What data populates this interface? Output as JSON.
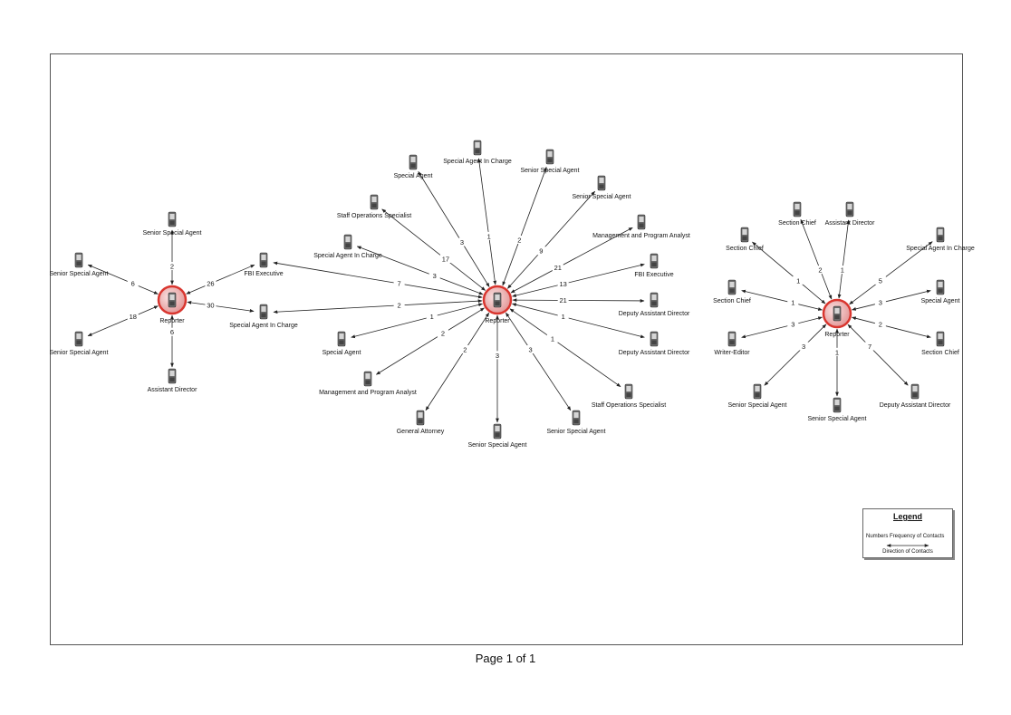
{
  "page": {
    "footer": "Page 1 of 1"
  },
  "legend": {
    "title": "Legend",
    "frequency_text": "Numbers  Frequency of Contacts",
    "direction_text": "Direction of Contacts"
  },
  "colors": {
    "hub_fill": "#e8a5a5",
    "hub_ring": "#d9362f",
    "phone": "#6b6b6b",
    "line": "#222222"
  },
  "networks": [
    {
      "hub_label": "Reporter",
      "contacts": [
        {
          "label": "Senior Special Agent",
          "count": "2"
        },
        {
          "label": "FBI Executive",
          "count": "26"
        },
        {
          "label": "Special Agent In Charge",
          "count": "30"
        },
        {
          "label": "Senior Special Agent",
          "count": "6"
        },
        {
          "label": "Senior Special Agent",
          "count": "18"
        },
        {
          "label": "Assistant Director",
          "count": "6"
        }
      ]
    },
    {
      "hub_label": "Reporter",
      "contacts": [
        {
          "label": "Special Agent",
          "count": "3"
        },
        {
          "label": "Special Agent In Charge",
          "count": "1"
        },
        {
          "label": "Senior Special Agent",
          "count": "2"
        },
        {
          "label": "Senior Special Agent",
          "count": "9"
        },
        {
          "label": "Management and Program Analyst",
          "count": "21"
        },
        {
          "label": "FBI Executive",
          "count": "13"
        },
        {
          "label": "Deputy Assistant Director",
          "count": "21"
        },
        {
          "label": "Deputy Assistant Director",
          "count": "1"
        },
        {
          "label": "Staff Operations Specialist",
          "count": "1"
        },
        {
          "label": "Senior Special Agent",
          "count": "3"
        },
        {
          "label": "Senior Special Agent",
          "count": "3"
        },
        {
          "label": "General Attorney",
          "count": "2"
        },
        {
          "label": "Management and Program Analyst",
          "count": "2"
        },
        {
          "label": "Special Agent",
          "count": "1"
        },
        {
          "label": "Staff Operations Specialist",
          "count": "17"
        },
        {
          "label": "Special Agent In Charge",
          "count": "3"
        }
      ]
    },
    {
      "hub_label": "Reporter",
      "contacts": [
        {
          "label": "Section Chief",
          "count": "2"
        },
        {
          "label": "Assistant Director",
          "count": "1"
        },
        {
          "label": "Special Agent In Charge",
          "count": "5"
        },
        {
          "label": "Special Agent",
          "count": "3"
        },
        {
          "label": "Section Chief",
          "count": "2"
        },
        {
          "label": "Deputy Assistant Director",
          "count": "7"
        },
        {
          "label": "Senior Special Agent",
          "count": "3"
        },
        {
          "label": "Senior Special Agent",
          "count": "1"
        },
        {
          "label": "Writer-Editor",
          "count": "3"
        },
        {
          "label": "Section Chief",
          "count": "1"
        },
        {
          "label": "Section Chief",
          "count": "1"
        }
      ]
    }
  ],
  "extra_links": [
    {
      "from_network": 1,
      "to_network": 0,
      "to_contact": 2,
      "count": "2"
    },
    {
      "from_network": 1,
      "to_network": 0,
      "to_contact": 1,
      "count": "7"
    }
  ]
}
